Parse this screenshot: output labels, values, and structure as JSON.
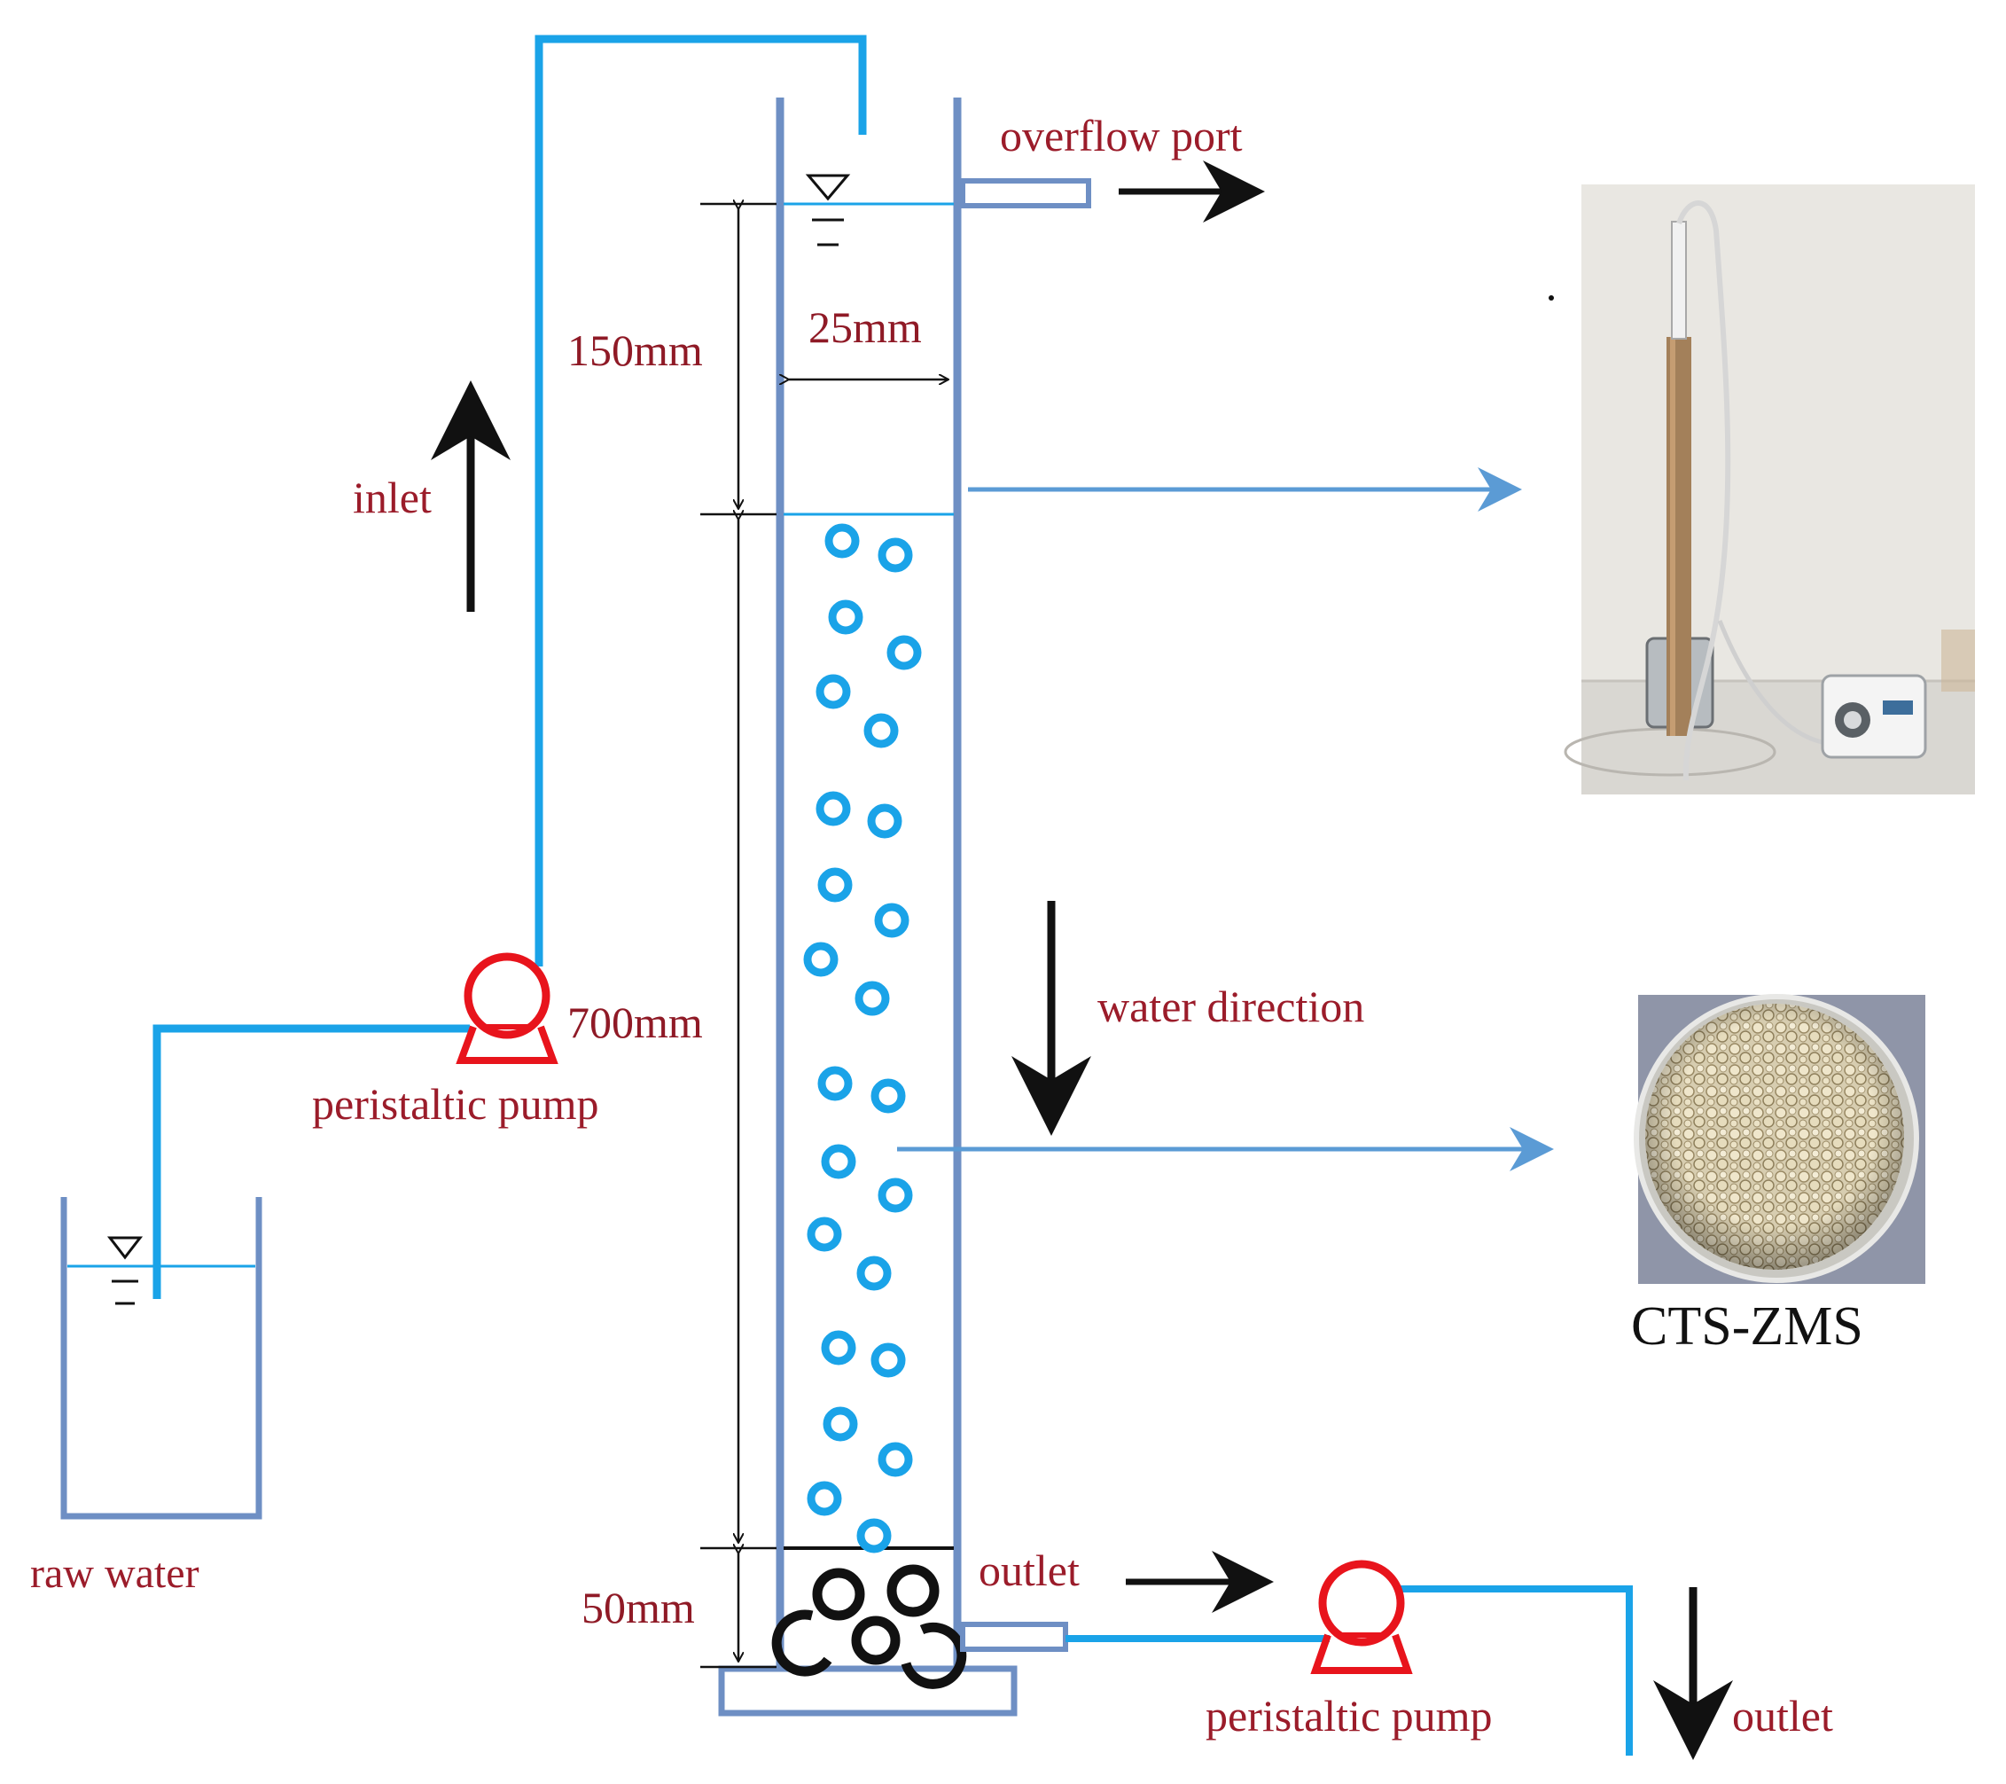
{
  "labels": {
    "overflow_port": "overflow port",
    "inlet": "inlet",
    "water_direction": "water direction",
    "peristaltic_pump_left": "peristaltic pump",
    "peristaltic_pump_right": "peristaltic pump",
    "raw_water": "raw water",
    "outlet_side": "outlet",
    "outlet_bottom": "outlet",
    "material_caption": "CTS-ZMS"
  },
  "dimensions": {
    "top_height": "150mm",
    "column_diameter": "25mm",
    "bed_height": "700mm",
    "bottom_height": "50mm"
  },
  "colors": {
    "pipe": "#1aa3e8",
    "vessel": "#6e8fc4",
    "pump": "#e8141c",
    "label_text": "#9b1c2a",
    "arrow": "#111111",
    "pointer_arrow": "#5b9bd5",
    "bead": "#1aa3e8"
  },
  "photos": {
    "apparatus_photo": "apparatus photo: glass column on stand with peristaltic pump",
    "beads_photo": "petri dish of CTS-ZMS beads"
  }
}
